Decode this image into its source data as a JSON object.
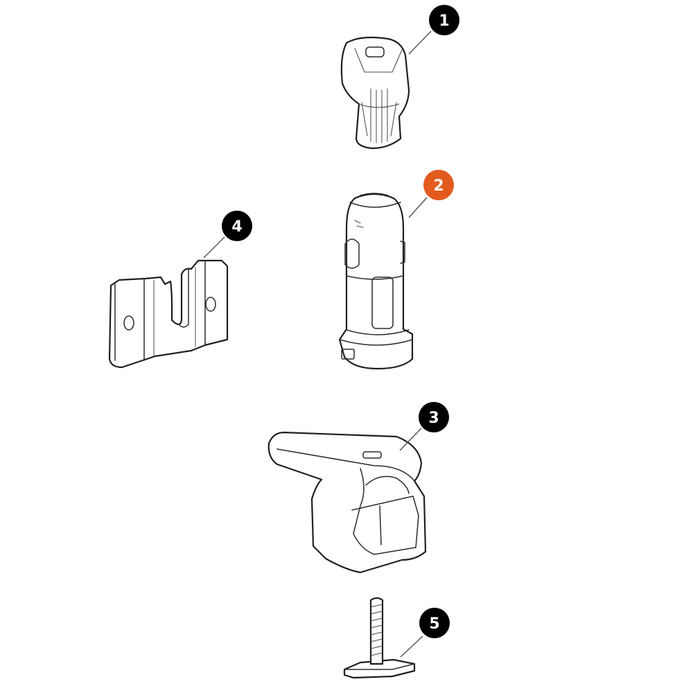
{
  "diagram": {
    "callouts": [
      {
        "label": "1",
        "part": "knob-cap",
        "color": "#000000"
      },
      {
        "label": "2",
        "part": "lock-cylinder-housing",
        "color": "#e35a1f"
      },
      {
        "label": "3",
        "part": "rail-clamp",
        "color": "#000000"
      },
      {
        "label": "4",
        "part": "slotted-mounting-plate",
        "color": "#000000"
      },
      {
        "label": "5",
        "part": "t-bolt",
        "color": "#000000"
      }
    ],
    "highlight_color": "#e35a1f",
    "badge_color": "#000000"
  }
}
